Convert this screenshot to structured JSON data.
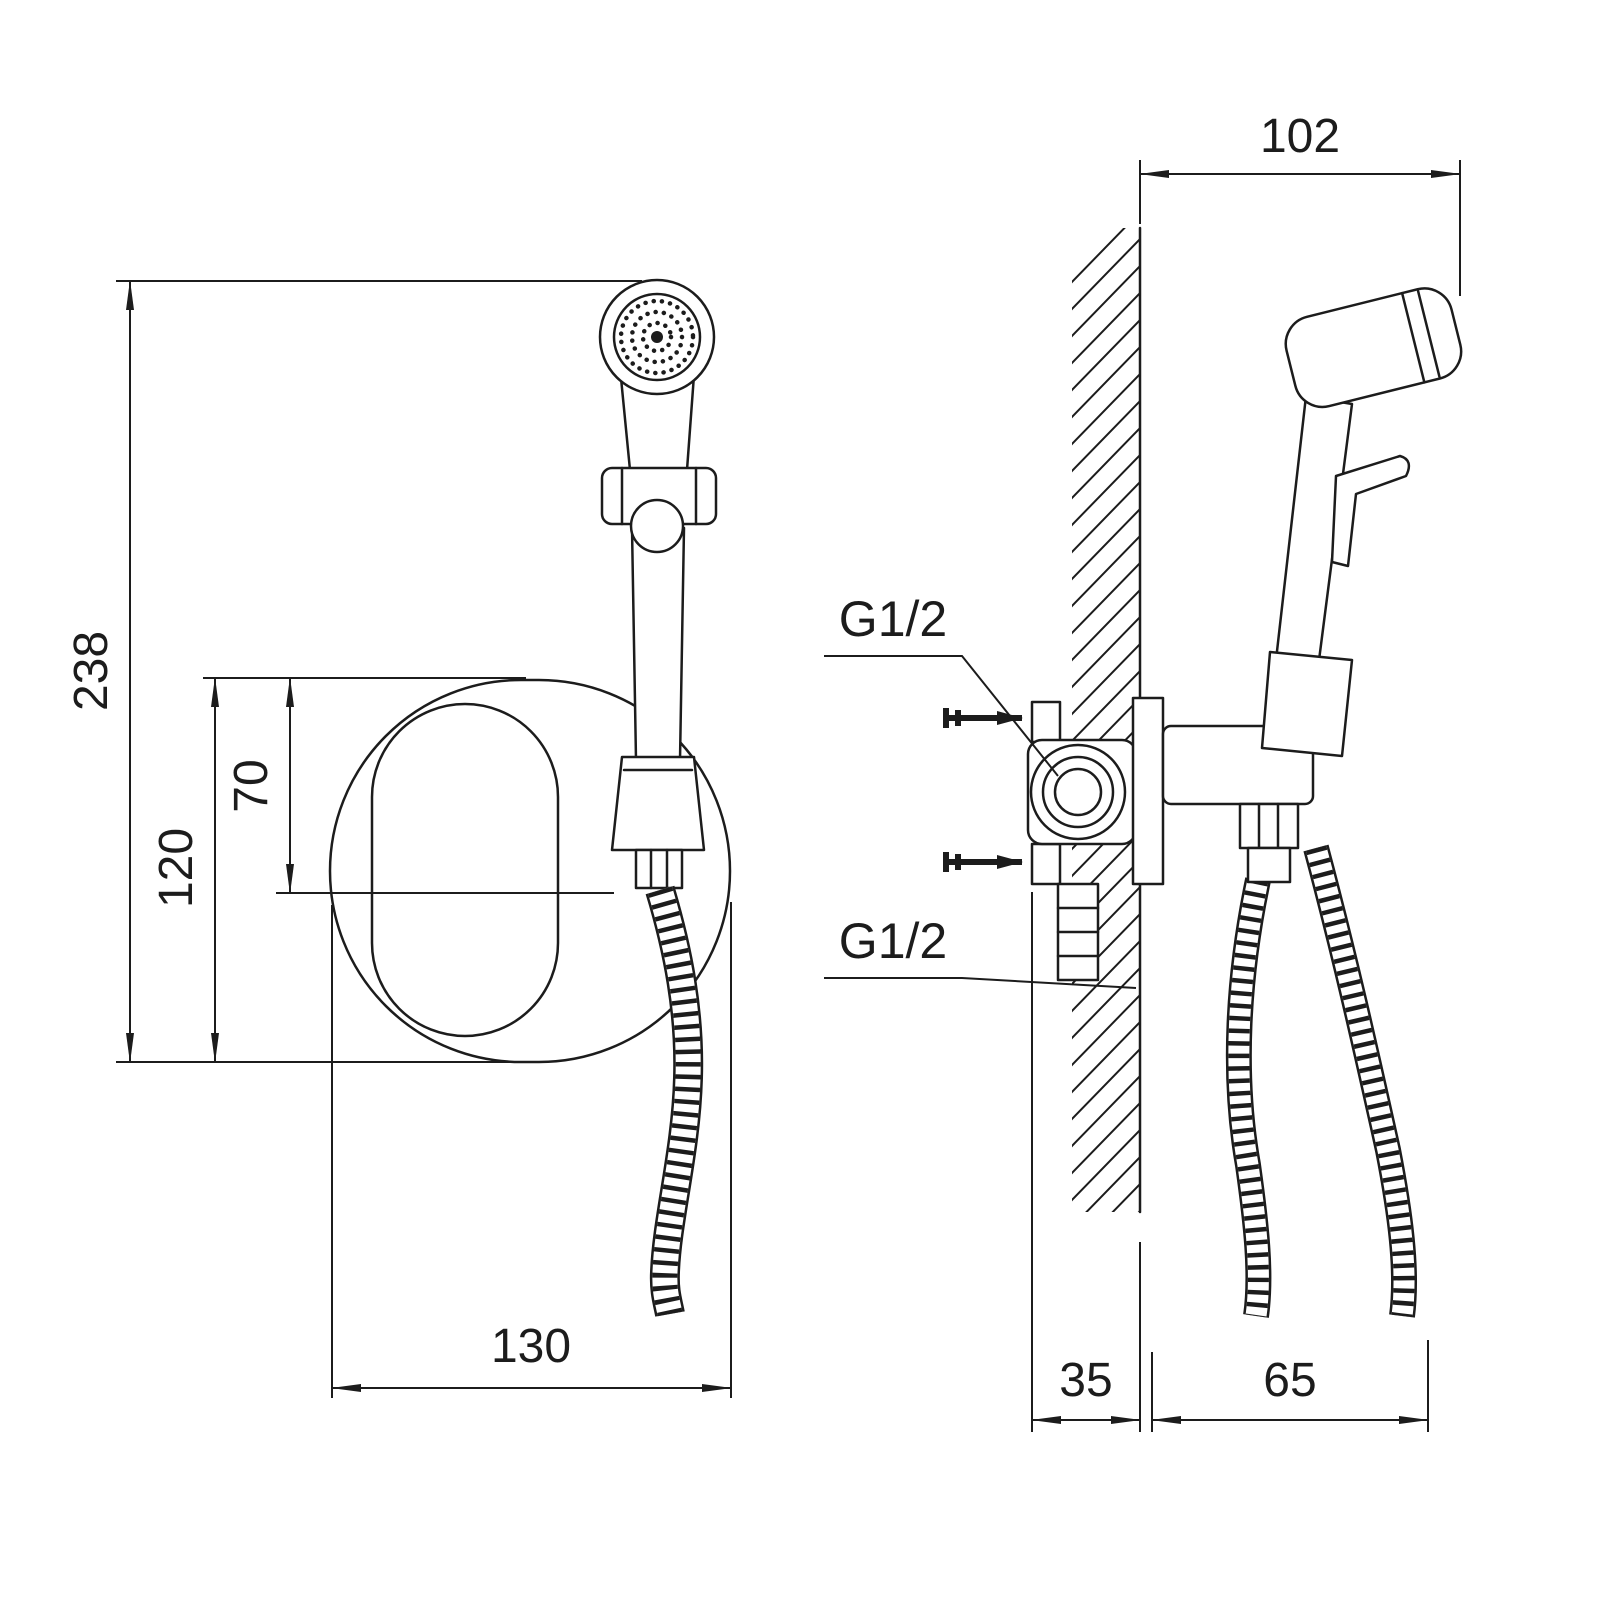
{
  "colors": {
    "line": "#1c1c1c",
    "background": "#ffffff"
  },
  "views": {
    "front": {
      "dims": {
        "total_height": "238",
        "plate_height": "120",
        "holder_offset": "70",
        "plate_width": "130"
      }
    },
    "side": {
      "dims": {
        "total_depth": "102",
        "in_wall_depth": "35",
        "off_wall_depth": "65"
      },
      "threads": {
        "top": "G1/2",
        "bottom": "G1/2"
      }
    }
  }
}
